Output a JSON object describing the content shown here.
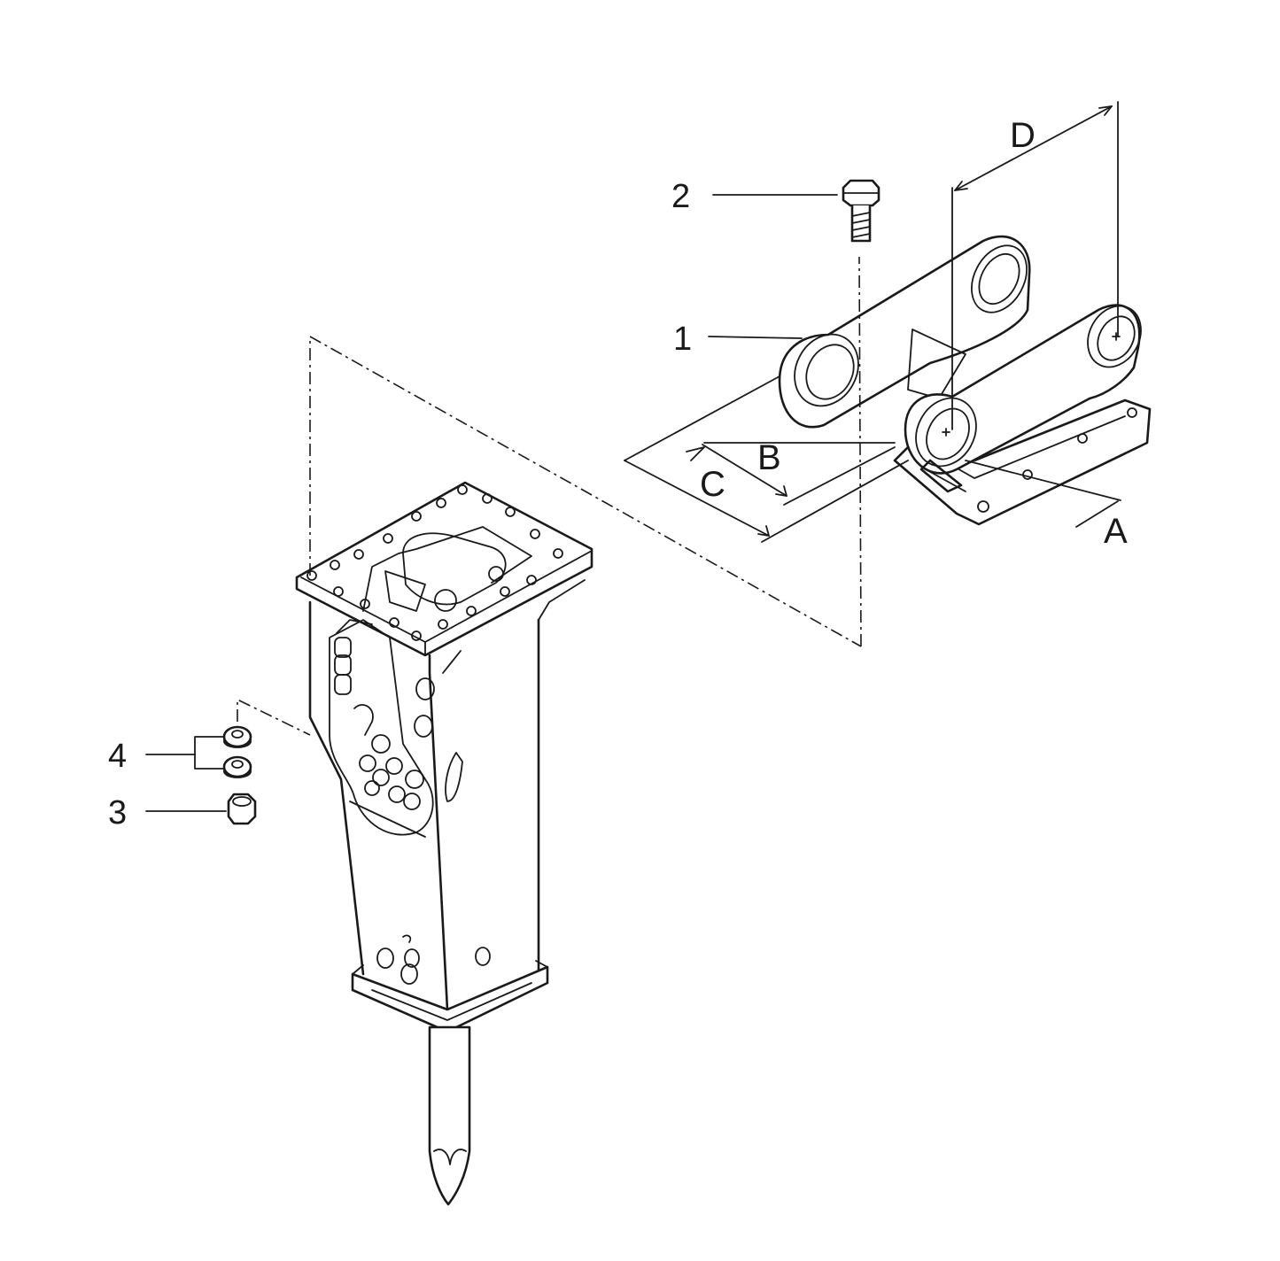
{
  "callouts": {
    "part_1": "1",
    "part_2": "2",
    "part_3": "3",
    "part_4": "4"
  },
  "dimensions": {
    "a": "A",
    "b": "B",
    "c": "C",
    "d": "D"
  }
}
